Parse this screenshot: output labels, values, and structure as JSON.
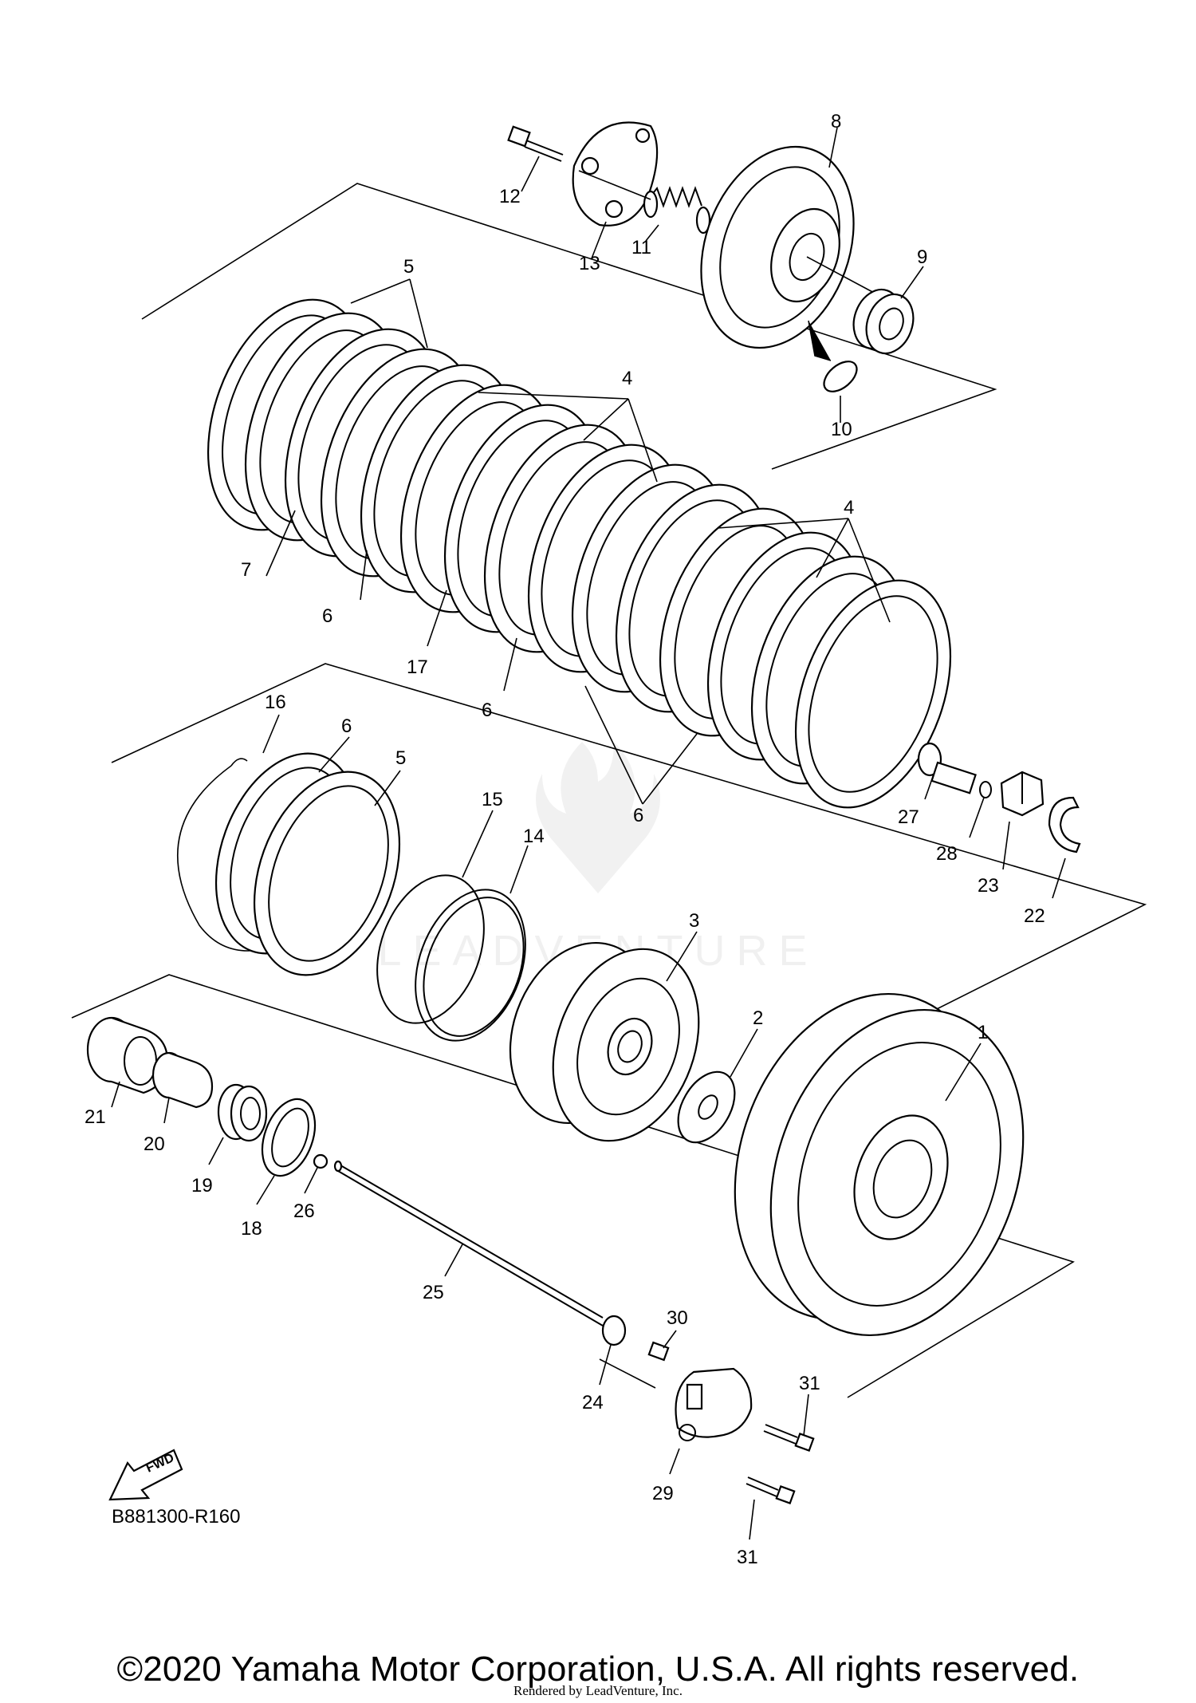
{
  "diagram": {
    "code": "B881300-R160",
    "fwd_label": "FWD",
    "watermark": "LEADVENTURE",
    "callouts": [
      {
        "id": "1",
        "text": "1"
      },
      {
        "id": "2",
        "text": "2"
      },
      {
        "id": "3",
        "text": "3"
      },
      {
        "id": "4a",
        "text": "4"
      },
      {
        "id": "4b",
        "text": "4"
      },
      {
        "id": "5a",
        "text": "5"
      },
      {
        "id": "5b",
        "text": "5"
      },
      {
        "id": "6a",
        "text": "6"
      },
      {
        "id": "6b",
        "text": "6"
      },
      {
        "id": "6c",
        "text": "6"
      },
      {
        "id": "6d",
        "text": "6"
      },
      {
        "id": "7",
        "text": "7"
      },
      {
        "id": "8",
        "text": "8"
      },
      {
        "id": "9",
        "text": "9"
      },
      {
        "id": "10",
        "text": "10"
      },
      {
        "id": "11",
        "text": "11"
      },
      {
        "id": "12",
        "text": "12"
      },
      {
        "id": "13",
        "text": "13"
      },
      {
        "id": "14",
        "text": "14"
      },
      {
        "id": "15",
        "text": "15"
      },
      {
        "id": "16",
        "text": "16"
      },
      {
        "id": "17",
        "text": "17"
      },
      {
        "id": "18",
        "text": "18"
      },
      {
        "id": "19",
        "text": "19"
      },
      {
        "id": "20",
        "text": "20"
      },
      {
        "id": "21",
        "text": "21"
      },
      {
        "id": "22",
        "text": "22"
      },
      {
        "id": "23",
        "text": "23"
      },
      {
        "id": "24",
        "text": "24"
      },
      {
        "id": "25",
        "text": "25"
      },
      {
        "id": "26",
        "text": "26"
      },
      {
        "id": "27",
        "text": "27"
      },
      {
        "id": "28",
        "text": "28"
      },
      {
        "id": "29",
        "text": "29"
      },
      {
        "id": "30",
        "text": "30"
      },
      {
        "id": "31a",
        "text": "31"
      },
      {
        "id": "31b",
        "text": "31"
      }
    ]
  },
  "footer": {
    "copyright": "©2020 Yamaha Motor Corporation, U.S.A. All rights reserved.",
    "rendered_by": "Rendered by LeadVenture, Inc."
  }
}
